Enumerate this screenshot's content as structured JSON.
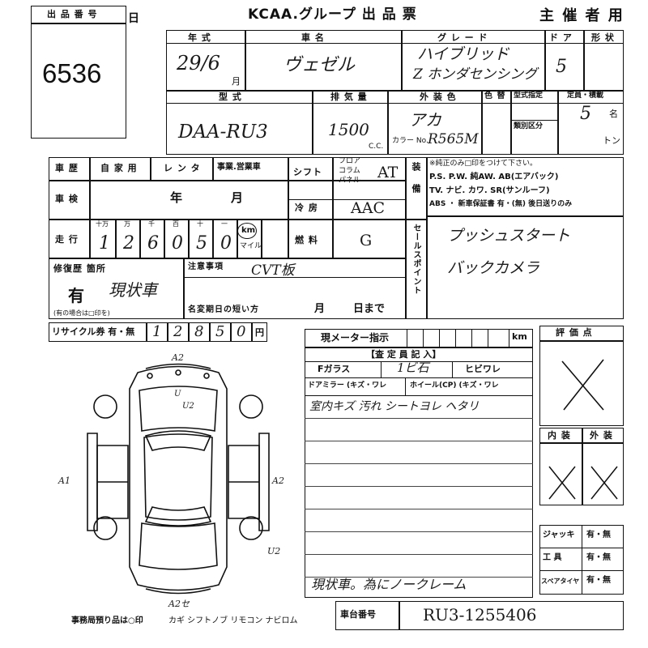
{
  "header": {
    "lot_label": "出 品 番 号",
    "lot_number": "6536",
    "day_char": "日",
    "title": "KCAA.グループ 出 品 票",
    "organizer": "主 催 者 用"
  },
  "vehicle": {
    "labels": {
      "year": "年 式",
      "name": "車 名",
      "grade": "グ レ ー ド",
      "doors": "ド ア",
      "body_type": "形 状",
      "model": "型 式",
      "displacement": "排 気 量",
      "ext_color": "外 装 色",
      "color_no": "色 替",
      "type_designation": "型式指定",
      "class_code": "類別区分",
      "capacity": "定員・積載",
      "cc": "C.C.",
      "color_prefix": "カラー No.",
      "capacity_unit_person": "名",
      "capacity_unit_ton": "トン"
    },
    "year_value": "29/6",
    "month_char": "月",
    "name_value": "ヴェゼル",
    "grade_line1": "ハイブリッド",
    "grade_line2": "Z ホンダセンシング",
    "doors_value": "5",
    "model_value": "DAA-RU3",
    "displacement_value": "1500",
    "ext_color_value": "アカ",
    "color_no_value": "R565M",
    "capacity_value": "5"
  },
  "details": {
    "labels": {
      "history": "車 歴",
      "private": "自 家 用",
      "rental": "レ ン タ",
      "business": "事業.営業車",
      "inspection": "車 検",
      "year": "年",
      "month": "月",
      "mileage": "走 行",
      "km": "km",
      "mile": "マイル",
      "digit_headers": [
        "十万",
        "万",
        "千",
        "百",
        "十",
        "一"
      ],
      "shift": "シフト",
      "shift_types": [
        "フロア",
        "コラム",
        "パネル"
      ],
      "ac": "冷 房",
      "fuel": "燃 料",
      "equipment": "装 備",
      "equip_note": "※純正のみ□印をつけて下さい。",
      "equip_line1": "P.S. P.W. 純AW. AB(エアバック)",
      "equip_line2": "TV. ナビ. カワ. SR(サンルーフ)",
      "equip_line3": "ABS ・ 新車保証書 有・(無) 後日送りのみ",
      "sales_point": "セールスポイント",
      "repair": "修復歴 箇所",
      "repair_note": "(有の場合は□印を)",
      "caution": "注意事項",
      "deregistration": "名変期日の短い方",
      "month2": "月",
      "day2": "日まで",
      "recycle": "リサイクル券 有・無",
      "yen": "円"
    },
    "mileage_digits": [
      "1",
      "2",
      "6",
      "0",
      "5",
      "0"
    ],
    "shift_value": "AT",
    "ac_value": "AAC",
    "fuel_value": "G",
    "sales_point_1": "プッシュスタート",
    "sales_point_2": "バックカメラ",
    "repair_value": "有",
    "repair_hand": "現状車",
    "caution_value": "CVT板",
    "recycle_digits": [
      "1",
      "2",
      "8",
      "5",
      "0"
    ]
  },
  "inspector": {
    "meter_label": "現メーター指示",
    "meter_unit": "km",
    "notes_header": "【査 定 員 記 入】",
    "glass_label": "Fガラス",
    "glass_value": "1ビ石",
    "glass_crack": "ヒビワレ",
    "mirror_label": "ドアミラー (キズ・ワレ",
    "wheel_label": "ホイール(CP) (キズ・ワレ",
    "note_line": "室内キズ 汚れ シートヨレ ヘタリ",
    "bottom_note": "現状車。為にノークレーム",
    "score_label": "評 価 点",
    "interior_label": "内 装",
    "exterior_label": "外 装"
  },
  "diagram_marks": {
    "top": "A2",
    "front_u": "U",
    "front_u2": "U2",
    "left": "A1",
    "right": "A2",
    "right_lower": "U2",
    "bottom": "A2セ"
  },
  "accessories": {
    "items": [
      {
        "label": "ジャッキ",
        "value": "有・無"
      },
      {
        "label": "工 具",
        "value": "有・無"
      },
      {
        "label": "スペアタイヤ",
        "value": "有・無"
      }
    ],
    "office_items": "事務局預り品は○印",
    "office_list": "カギ シフトノブ リモコン ナビロム"
  },
  "chassis": {
    "label": "車台番号",
    "value": "RU3-1255406"
  }
}
